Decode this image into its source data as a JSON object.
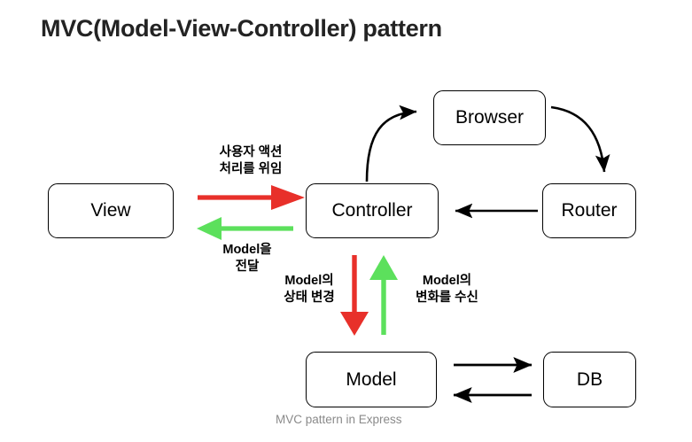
{
  "page": {
    "title": "MVC(Model-View-Controller) pattern",
    "caption": "MVC pattern in Express",
    "background_color": "#ffffff",
    "title_color": "#232323",
    "caption_color": "#8a8a8a"
  },
  "colors": {
    "red_arrow": "#e8302a",
    "green_arrow": "#5ce05c",
    "black_arrow": "#000000",
    "node_border": "#000000",
    "node_fill": "#ffffff"
  },
  "nodes": [
    {
      "id": "view",
      "label": "View"
    },
    {
      "id": "controller",
      "label": "Controller"
    },
    {
      "id": "browser",
      "label": "Browser"
    },
    {
      "id": "router",
      "label": "Router"
    },
    {
      "id": "model",
      "label": "Model"
    },
    {
      "id": "db",
      "label": "DB"
    }
  ],
  "edges": [
    {
      "id": "view-to-controller",
      "from": "View",
      "to": "Controller",
      "label": "사용자 액션\n처리를 위임",
      "color": "#e8302a",
      "direction": "right",
      "style": "hand-drawn-thick"
    },
    {
      "id": "controller-to-view",
      "from": "Controller",
      "to": "View",
      "label": "Model을\n전달",
      "color": "#5ce05c",
      "direction": "left",
      "style": "hand-drawn-thick"
    },
    {
      "id": "controller-to-model",
      "from": "Controller",
      "to": "Model",
      "label": "Model의\n상태 변경",
      "color": "#e8302a",
      "direction": "down",
      "style": "hand-drawn-thick"
    },
    {
      "id": "model-to-controller",
      "from": "Model",
      "to": "Controller",
      "label": "Model의\n변화를 수신",
      "color": "#5ce05c",
      "direction": "up",
      "style": "hand-drawn-thick"
    },
    {
      "id": "controller-to-browser",
      "from": "Controller",
      "to": "Browser",
      "label": "",
      "color": "#000000",
      "direction": "curve-up-right",
      "style": "thin-curved"
    },
    {
      "id": "browser-to-router",
      "from": "Browser",
      "to": "Router",
      "label": "",
      "color": "#000000",
      "direction": "curve-down-right",
      "style": "thin-curved"
    },
    {
      "id": "router-to-controller",
      "from": "Router",
      "to": "Controller",
      "label": "",
      "color": "#000000",
      "direction": "left",
      "style": "thin-straight"
    },
    {
      "id": "model-to-db",
      "from": "Model",
      "to": "DB",
      "label": "",
      "color": "#000000",
      "direction": "right",
      "style": "thin-straight"
    },
    {
      "id": "db-to-model",
      "from": "DB",
      "to": "Model",
      "label": "",
      "color": "#000000",
      "direction": "left",
      "style": "thin-straight"
    }
  ],
  "labels": {
    "user_action": "사용자 액션\n처리를 위임",
    "model_pass": "Model을\n전달",
    "model_state_change": "Model의\n상태 변경",
    "model_change_receive": "Model의\n변화를 수신"
  }
}
